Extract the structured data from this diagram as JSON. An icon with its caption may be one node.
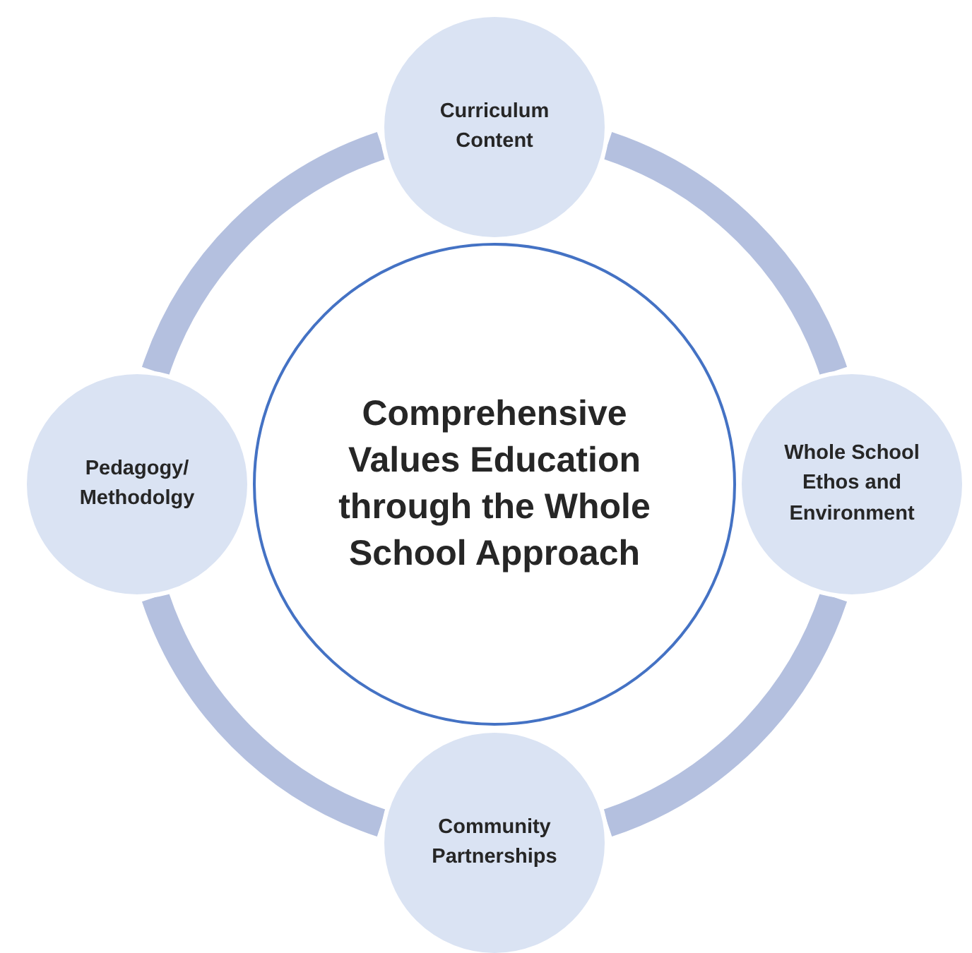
{
  "diagram": {
    "nodes": [
      {
        "text": [
          "Curriculum Content"
        ]
      },
      {
        "text": [
          "Pedagogy/ Methodolgy"
        ]
      },
      {
        "text": [
          "Comprehensive Values Education through the Whole School Approach"
        ]
      },
      {
        "text": [
          "Whole School Ethos and Environment"
        ]
      },
      {
        "text": [
          "Community Partnerships"
        ]
      }
    ],
    "edges": [
      {
        "from": 0,
        "to": 3,
        "arrow": "none"
      },
      {
        "from": 3,
        "to": 4,
        "arrow": "none"
      },
      {
        "from": 4,
        "to": 1,
        "arrow": "none"
      },
      {
        "from": 1,
        "to": 0,
        "arrow": "none"
      }
    ]
  }
}
